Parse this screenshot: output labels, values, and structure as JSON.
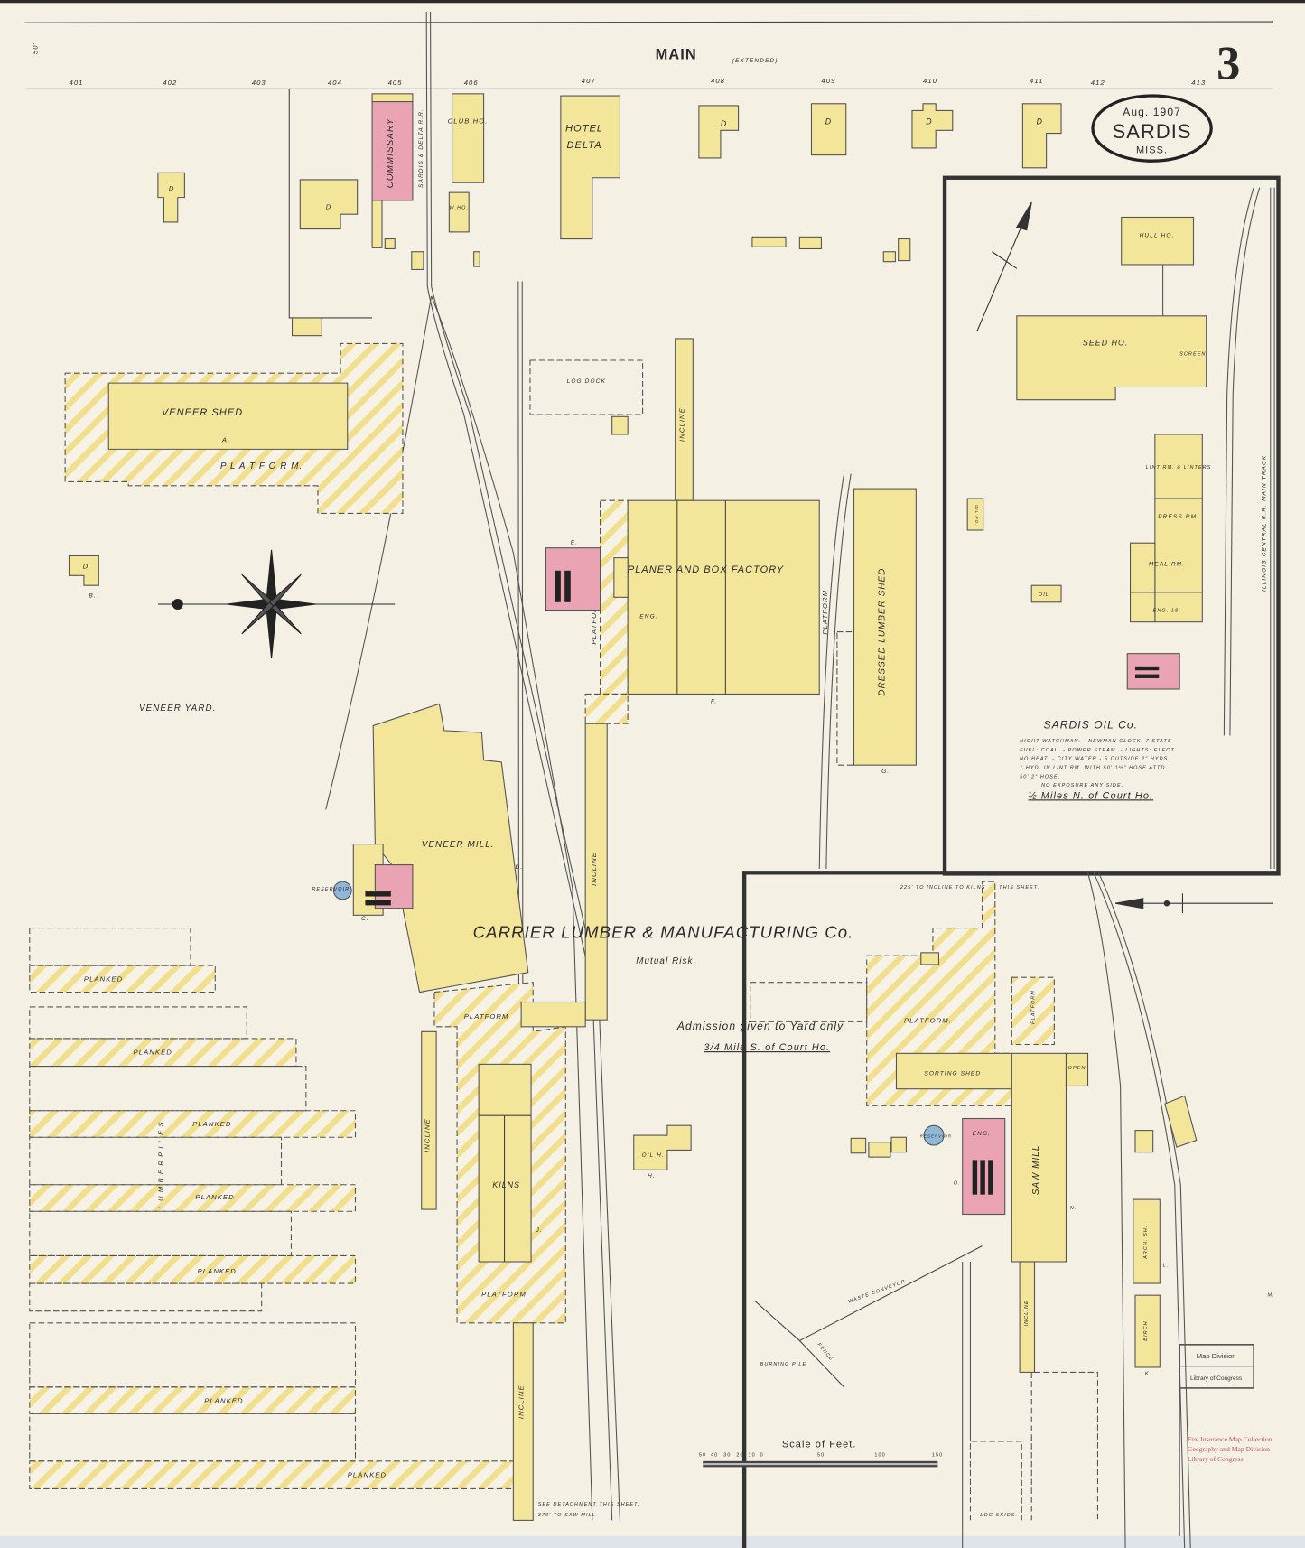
{
  "sheet": {
    "number": "3"
  },
  "stamp": {
    "date": "Aug. 1907",
    "town": "SARDIS",
    "state": "MISS."
  },
  "street": {
    "name": "MAIN",
    "note": "(EXTENDED)",
    "width": "50'",
    "lot_numbers": [
      "401",
      "402",
      "403",
      "404",
      "405",
      "406",
      "407",
      "408",
      "409",
      "410",
      "411",
      "412",
      "413"
    ]
  },
  "buildings": {
    "commissary": "COMMISSARY",
    "railroad": "SARDIS & DELTA R.R.",
    "club": "CLUB HO.",
    "wash": "W.HO.",
    "hotel_1": "HOTEL",
    "hotel_2": "DELTA",
    "dwelling": "D",
    "dwelling_b": "B.",
    "veneer_shed": "VENEER SHED",
    "veneer_shed_key": "A.",
    "veneer_platform": "P L A T F O R M.",
    "log_dock": "LOG DOCK",
    "incline": "INCLINE",
    "platform": "PLATFORM",
    "planer": "PLANER AND BOX FACTORY",
    "planer_key": "F.",
    "planer_eng": "ENG.",
    "planer_e": "E.",
    "dressed": "DRESSED LUMBER SHED",
    "dressed_key": "G.",
    "veneer_yard": "VENEER YARD.",
    "veneer_mill": "VENEER MILL.",
    "veneer_mill_key": "D.",
    "reservoir": "RESERVOIR",
    "boiler_key": "C.",
    "kilns": "KILNS",
    "kilns_key": "J.",
    "kiln_platform": "PLATFORM.",
    "oil_house": "OIL H.",
    "oil_house_key": "H.",
    "planked": "PLANKED",
    "lumber_piles": "L U M B E R   P I L E S",
    "detachment_1": "SEE DETACHMENT THIS SHEET.",
    "detachment_2": "370' TO SAW MILL"
  },
  "carrier": {
    "title": "CARRIER LUMBER & MANUFACTURING Co.",
    "risk": "Mutual Risk.",
    "admission": "Admission given to Yard only.",
    "distance": "3/4 Mile S. of Court Ho.",
    "incline_note_1": "225' TO INCLINE TO KILNS",
    "incline_note_2": "THIS SHEET.",
    "sorting_shed": "SORTING SHED",
    "saw_mill": "SAW MILL",
    "open": "OPEN",
    "eng": "ENG.",
    "eng_key": "O.",
    "saw_mill_key": "N.",
    "reservoir": "RESERVOIR",
    "platform": "PLATFORM.",
    "platform_2": "PLATFORM",
    "arch_sh": "ARCH. SH.",
    "arch_key": "L.",
    "birch": "BIRCH",
    "birch_key": "K.",
    "log_skids": "LOG SKIDS.",
    "burning_pile": "BURNING PILE",
    "waste_conveyor": "WASTE CONVEYOR",
    "fence": "FENCE",
    "incline": "INCLINE",
    "m_key": "M."
  },
  "oil_co": {
    "name": "SARDIS OIL Co.",
    "notes": [
      "NIGHT WATCHMAN. - NEWMAN CLOCK. 7 STATS",
      "FUEL: COAL. - POWER STEAM. - LIGHTS: ELECT.",
      "NO HEAT. - CITY WATER - 5 OUTSIDE 2\" HYDS.",
      "1 HYD. IN LINT RM. WITH 50' 1½\" HOSE ATTD.",
      "50' 2\" HOSE.",
      "NO EXPOSURE ANY SIDE."
    ],
    "distance": "½ Miles N. of Court Ho.",
    "hull": "HULL HO.",
    "seed": "SEED HO.",
    "screen": "SCREEN",
    "lint": "LINT RM. & LINTERS",
    "press": "PRESS RM.",
    "meal": "MEAL RM.",
    "eng": "ENG. 18'",
    "oil_ho": "OIL HO.",
    "oil": "OIL",
    "railroad": "ILLINOIS CENTRAL R.R. MAIN TRACK"
  },
  "scale": {
    "title": "Scale of Feet.",
    "ticks": [
      "50",
      "40",
      "30",
      "20",
      "10",
      "0",
      "50",
      "100",
      "150"
    ]
  },
  "library": {
    "stamp_1": "Map Division",
    "stamp_2": "Library of Congress",
    "credit": [
      "Fire Insurance Map Collection",
      "Geography and Map Division",
      "Library of Congress"
    ]
  },
  "colors": {
    "paper": "#f4f1e4",
    "frame_brick": "#e9a3b3",
    "frame_wood": "#f3e69b",
    "water": "#8fb8d8",
    "library_red": "#c0565a"
  }
}
